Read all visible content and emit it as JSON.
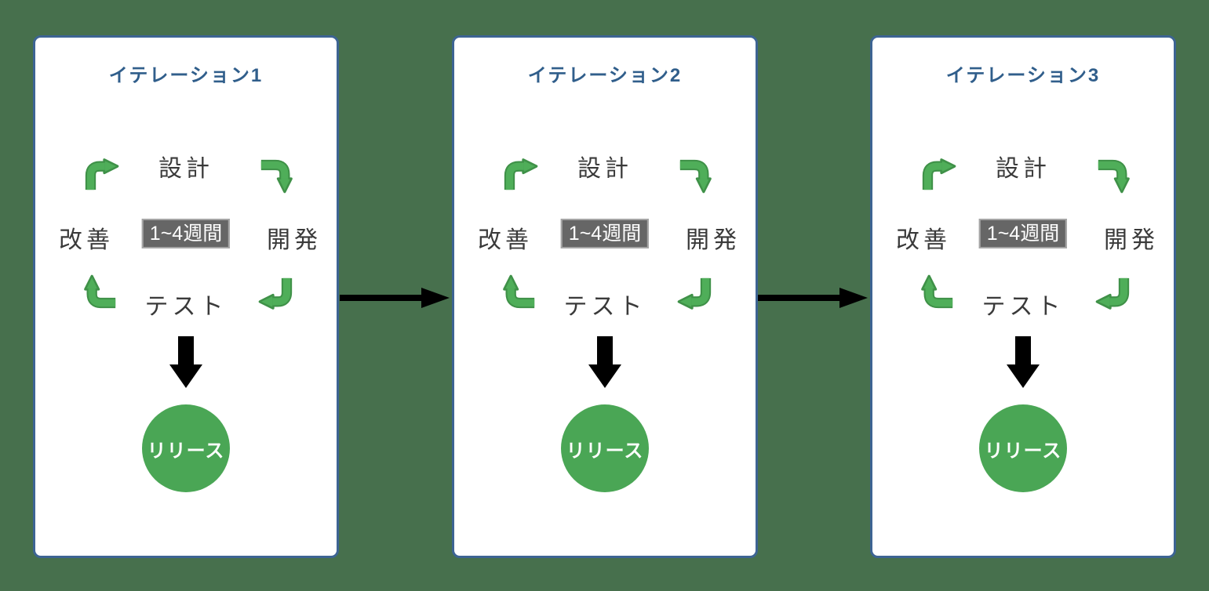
{
  "iterations": [
    {
      "title": "イテレーション1"
    },
    {
      "title": "イテレーション2"
    },
    {
      "title": "イテレーション3"
    }
  ],
  "cycle": {
    "top": "設計",
    "right": "開発",
    "bottom": "テスト",
    "left": "改善",
    "duration": "1~4週間",
    "release": "リリース"
  },
  "icons": {
    "cycle_arrow": "curved-green-arrow",
    "release_arrow": "down-block-arrow",
    "flow_arrow": "right-block-arrow"
  },
  "colors": {
    "background": "#47704d",
    "panel_border": "#3d6493",
    "panel_bg": "#ffffff",
    "title_blue": "#305e8b",
    "label_dark": "#3a3a3a",
    "arrow_green": "#4fae59",
    "arrow_green_dark": "#3f9148",
    "release_green": "#4aa655",
    "flow_arrow_blue": "#3a5f88",
    "duration_bg": "#666666",
    "duration_border": "#a5a5a5",
    "down_arrow_gray": "#5f5f5f"
  }
}
